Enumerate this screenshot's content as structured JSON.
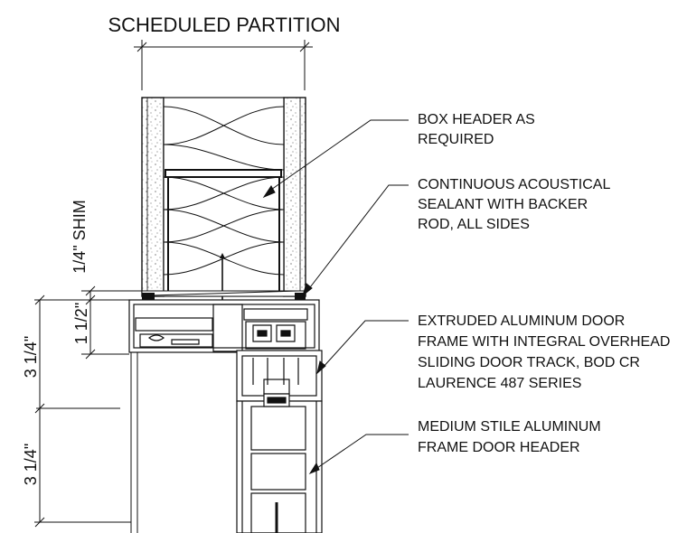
{
  "header": {
    "partition_label": "SCHEDULED PARTITION"
  },
  "callouts": [
    {
      "lines": [
        "BOX HEADER AS",
        "REQUIRED"
      ]
    },
    {
      "lines": [
        "CONTINUOUS ACOUSTICAL",
        "SEALANT WITH BACKER",
        "ROD, ALL SIDES"
      ]
    },
    {
      "lines": [
        "EXTRUDED ALUMINUM DOOR",
        "FRAME WITH INTEGRAL OVERHEAD",
        "SLIDING DOOR TRACK, BOD CR",
        "LAURENCE 487 SERIES"
      ]
    },
    {
      "lines": [
        "MEDIUM STILE ALUMINUM",
        "FRAME DOOR HEADER"
      ]
    }
  ],
  "dimensions": {
    "shim": "1/4\" SHIM",
    "frame_head": "1 1/2\"",
    "upper": "3 1/4\"",
    "lower": "3 1/4\""
  },
  "colors": {
    "line": "#111111",
    "background": "#ffffff"
  }
}
